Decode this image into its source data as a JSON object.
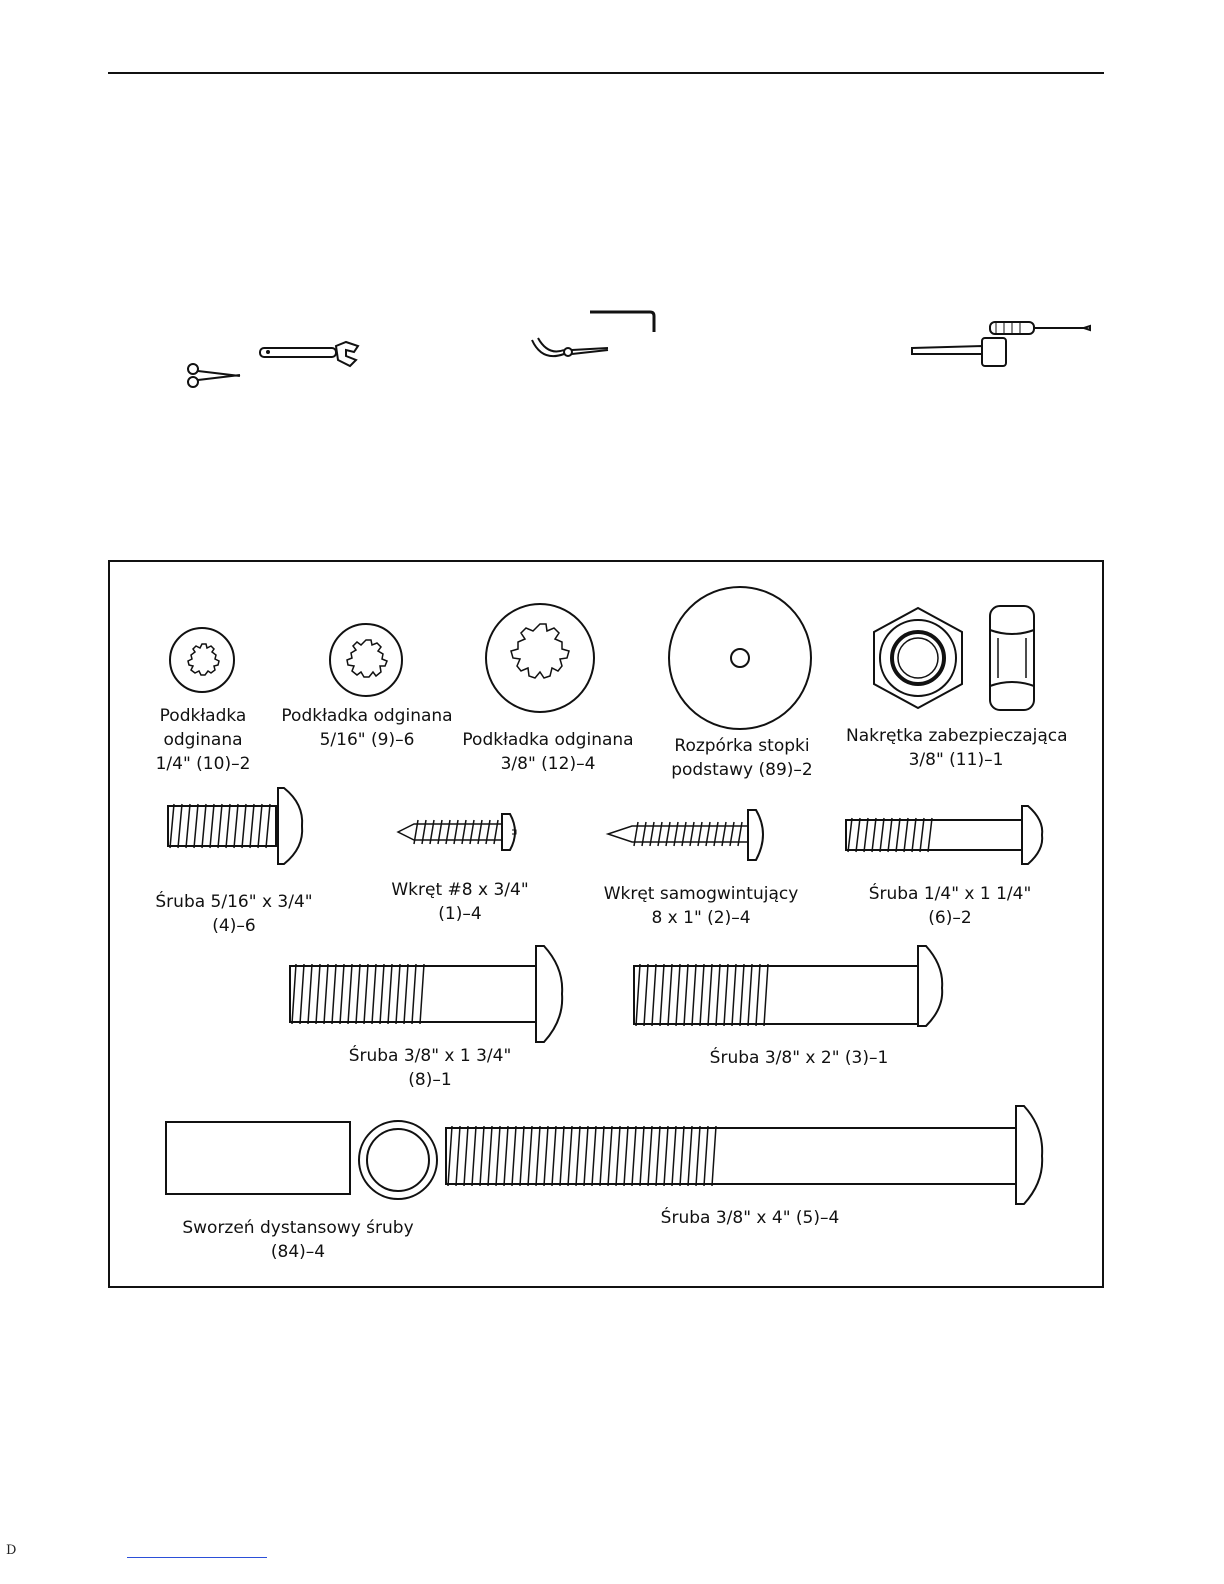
{
  "tools": [
    {
      "name": "scissors-icon"
    },
    {
      "name": "adjustable-wrench-icon"
    },
    {
      "name": "needle-nose-pliers-icon"
    },
    {
      "name": "allen-wrench-icon"
    },
    {
      "name": "phillips-screwdriver-icon"
    },
    {
      "name": "rubber-mallet-icon"
    }
  ],
  "hardware": {
    "washer_quarter": {
      "line1": "Podkładka",
      "line2": "odginana",
      "line3": "1/4\" (10)–2"
    },
    "washer_5_16": {
      "line1": "Podkładka odginana",
      "line2": "5/16\" (9)–6"
    },
    "washer_3_8": {
      "line1": "Podkładka odginana",
      "line2": "3/8\" (12)–4"
    },
    "base_spacer": {
      "line1": "Rozpórka stopki",
      "line2": "podstawy (89)–2"
    },
    "lock_nut": {
      "line1": "Nakrętka zabezpieczająca",
      "line2": "3/8\" (11)–1"
    },
    "bolt_5_16_3_4": {
      "line1": "Śruba 5/16\" x 3/4\"",
      "line2": "(4)–6"
    },
    "screw_8_3_4": {
      "line1": "Wkręt #8 x 3/4\"",
      "line2": "(1)–4"
    },
    "self_tapping": {
      "line1": "Wkręt samogwintujący",
      "line2": "8 x 1\" (2)–4"
    },
    "bolt_1_4": {
      "line1": "Śruba 1/4\" x 1 1/4\"",
      "line2": "(6)–2"
    },
    "bolt_3_8_1_3_4": {
      "line1": "Śruba 3/8\" x 1 3/4\"",
      "line2": "(8)–1"
    },
    "bolt_3_8_2": {
      "line1": "Śruba 3/8\" x 2\" (3)–1"
    },
    "bolt_spacer": {
      "line1": "Sworzeń dystansowy śruby",
      "line2": "(84)–4"
    },
    "bolt_3_8_4": {
      "line1": "Śruba 3/8\" x 4\" (5)–4"
    }
  },
  "footer": {
    "letter": "D"
  }
}
